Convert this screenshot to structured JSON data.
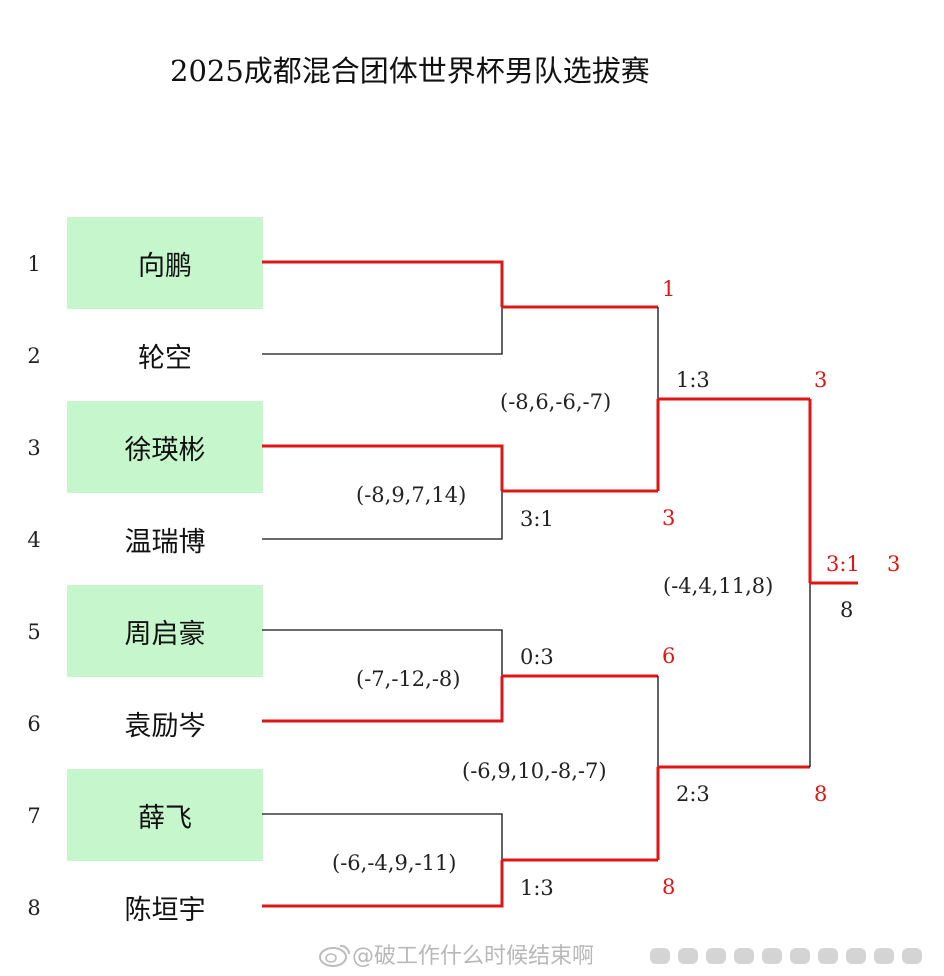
{
  "title": "2025成都混合团体世界杯男队选拔赛",
  "seeds": [
    "1",
    "2",
    "3",
    "4",
    "5",
    "6",
    "7",
    "8"
  ],
  "players": [
    {
      "name": "向鹏",
      "highlight": true
    },
    {
      "name": "轮空",
      "highlight": false
    },
    {
      "name": "徐瑛彬",
      "highlight": true
    },
    {
      "name": "温瑞博",
      "highlight": false
    },
    {
      "name": "周启豪",
      "highlight": true
    },
    {
      "name": "袁励岑",
      "highlight": false
    },
    {
      "name": "薛飞",
      "highlight": true
    },
    {
      "name": "陈垣宇",
      "highlight": false
    }
  ],
  "round1": [
    {
      "score": "",
      "games": "",
      "winner": "1"
    },
    {
      "score": "3:1",
      "games": "(-8,9,7,14)",
      "winner": "3"
    },
    {
      "score": "0:3",
      "games": "(-7,-12,-8)",
      "winner": "6"
    },
    {
      "score": "1:3",
      "games": "(-6,-4,9,-11)",
      "winner": "8"
    }
  ],
  "semis": [
    {
      "score": "1:3",
      "games": "(-8,6,-6,-7)",
      "winner": "3"
    },
    {
      "score": "2:3",
      "games": "(-6,9,10,-8,-7)",
      "winner": "8"
    }
  ],
  "final": {
    "score": "3:1",
    "games": "(-4,4,11,8)",
    "winner": "3",
    "loser": "8"
  },
  "colors": {
    "winner_line": "#e01515",
    "loser_line": "#111111",
    "highlight_bg": "#c6f6cc"
  },
  "watermark": {
    "text": "@破工作什么时候结束啊",
    "icon": "weibo-icon"
  }
}
